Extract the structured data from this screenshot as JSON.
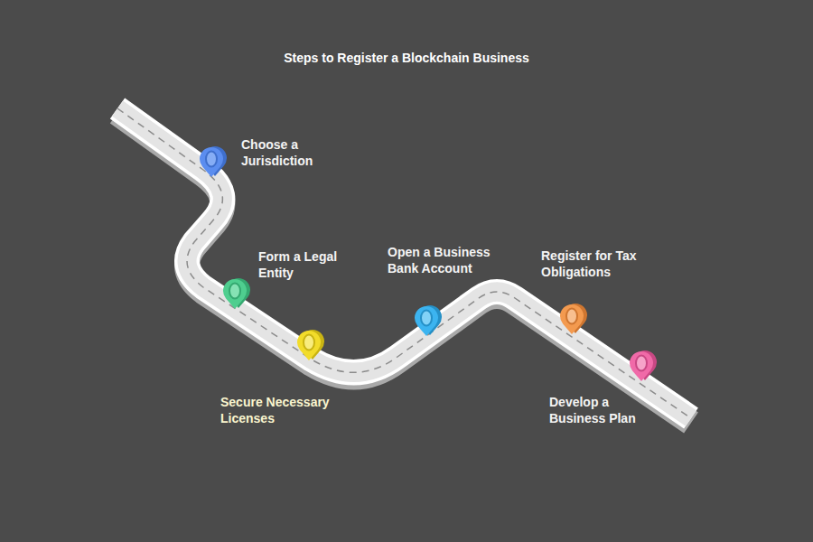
{
  "diagram": {
    "title": "Steps to Register a Blockchain Business",
    "nodes": [
      {
        "text": [
          "Choose a Jurisdiction"
        ]
      },
      {
        "text": [
          "Form a Legal Entity"
        ]
      },
      {
        "text": [
          "Secure Necessary Licenses"
        ]
      },
      {
        "text": [
          "Open a Business Bank Account"
        ]
      },
      {
        "text": [
          "Register for Tax Obligations"
        ]
      },
      {
        "text": [
          "Develop a Business Plan"
        ]
      }
    ]
  }
}
